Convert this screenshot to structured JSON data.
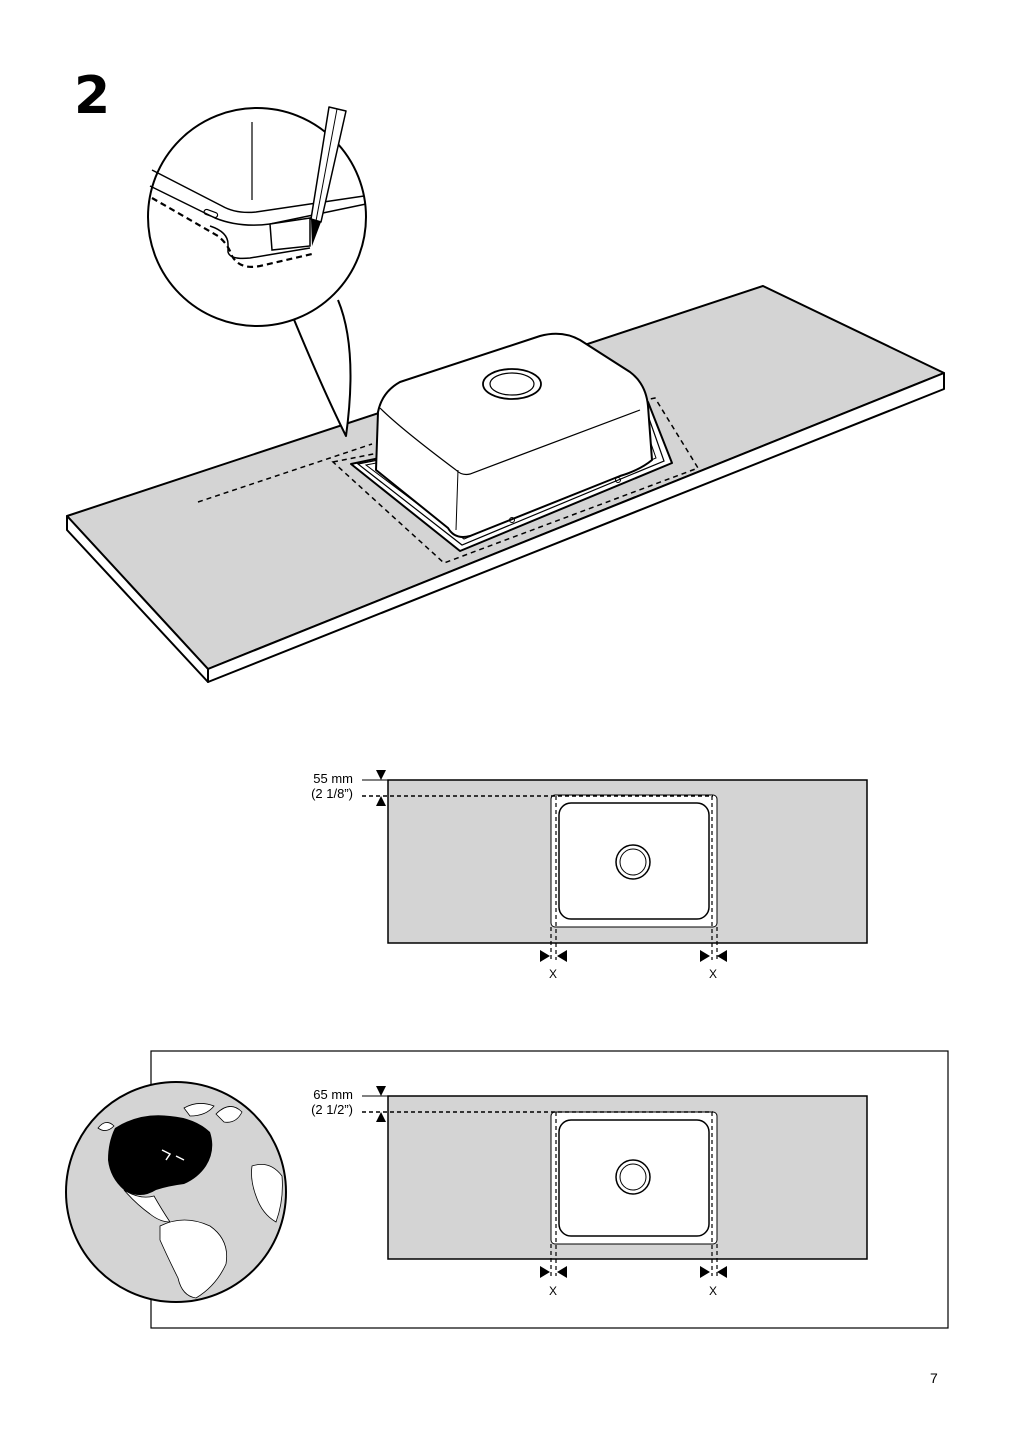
{
  "step": {
    "number": "2"
  },
  "diagram1": {
    "dimension_mm": "55 mm",
    "dimension_in": "(2 1/8”)",
    "x_left": "X",
    "x_right": "X"
  },
  "diagram2": {
    "dimension_mm": "65 mm",
    "dimension_in": "(2 1/2”)",
    "x_left": "X",
    "x_right": "X"
  },
  "region_icon": "north-america-globe-icon",
  "page": {
    "number": "7"
  },
  "colors": {
    "surface": "#d4d4d4",
    "line": "#000000",
    "background": "#ffffff",
    "region": "#000000"
  }
}
